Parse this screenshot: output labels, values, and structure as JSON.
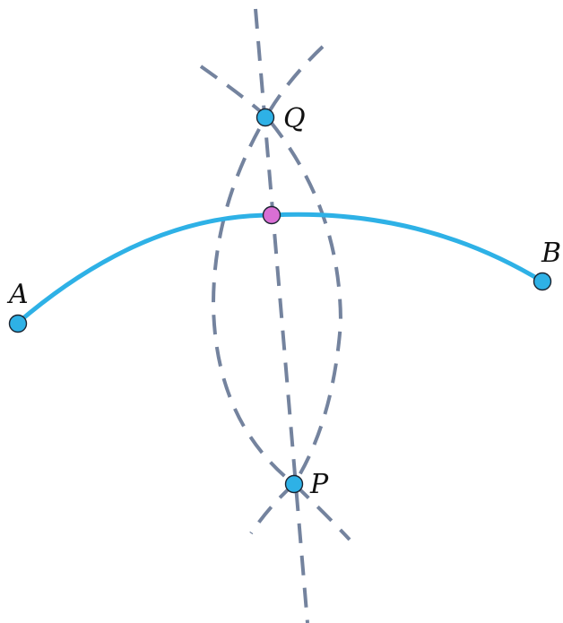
{
  "colors": {
    "arc": "#2eb1e6",
    "construction": "#74839e",
    "point": "#2eb1e6",
    "midpoint": "#d96fd4"
  },
  "points": {
    "A": {
      "label": "A"
    },
    "B": {
      "label": "B"
    },
    "P": {
      "label": "P"
    },
    "Q": {
      "label": "Q"
    }
  }
}
